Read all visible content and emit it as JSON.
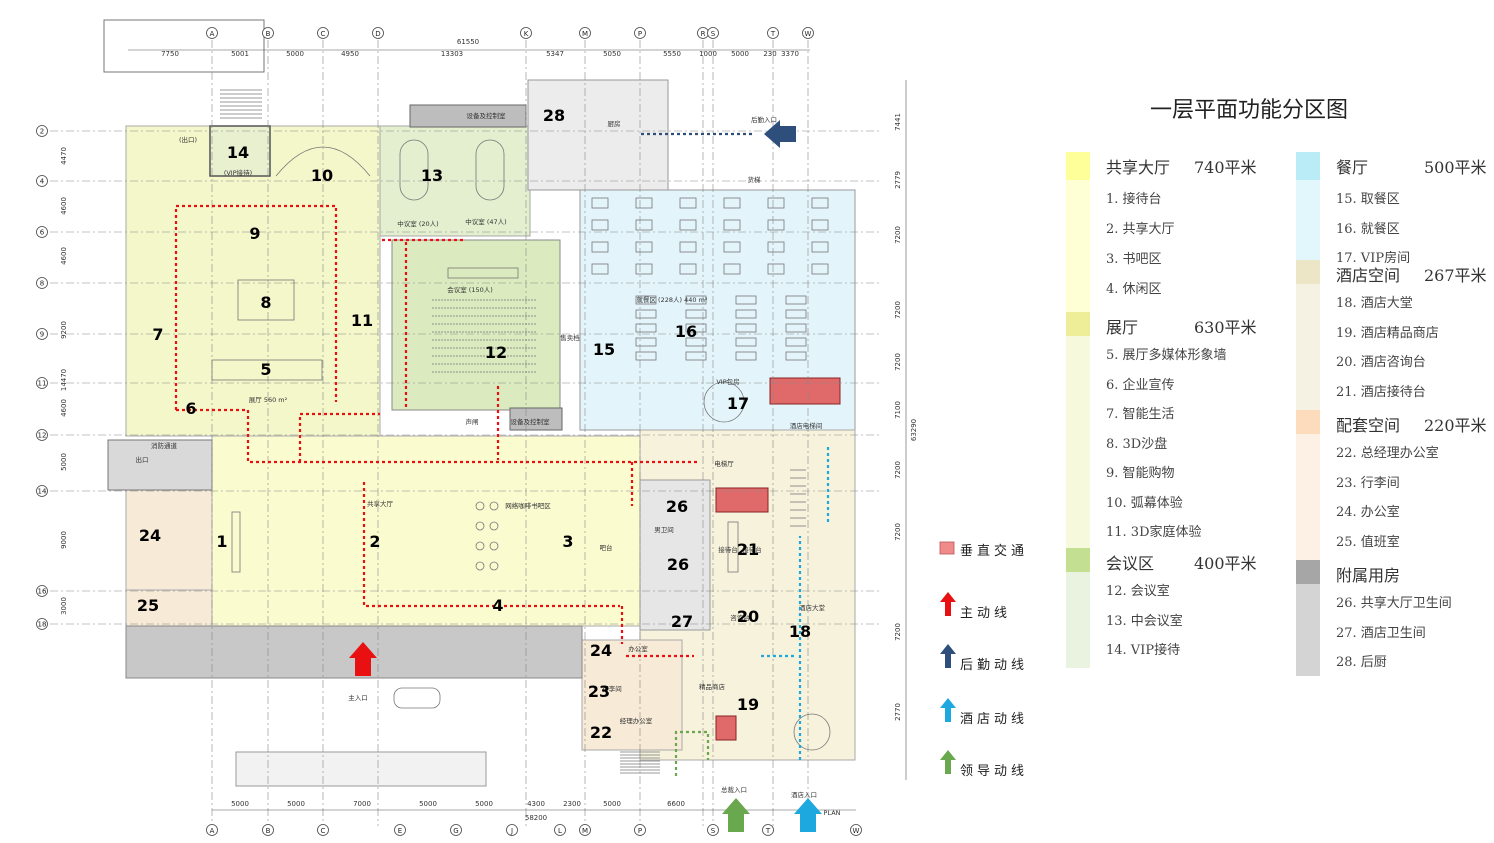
{
  "title": "一层平面功能分区图",
  "legend_left": [
    {
      "name": "共享大厅",
      "area": "740平米",
      "color": "#ffff99",
      "tint": "#ffffd6",
      "items": [
        "1. 接待台",
        "2. 共享大厅",
        "3. 书吧区",
        "4. 休闲区"
      ]
    },
    {
      "name": "展厅",
      "area": "630平米",
      "color": "#eeee99",
      "tint": "#f6f9dc",
      "items": [
        "5. 展厅多媒体形象墙",
        "6. 企业宣传",
        "7. 智能生活",
        "8. 3D沙盘",
        "9. 智能购物",
        "10. 弧幕体验",
        "11. 3D家庭体验"
      ]
    },
    {
      "name": "会议区",
      "area": "400平米",
      "color": "#c3df92",
      "tint": "#eaf3e0",
      "items": [
        "12. 会议室",
        "13. 中会议室",
        "14. VIP接待"
      ]
    }
  ],
  "legend_right": [
    {
      "name": "餐厅",
      "area": "500平米",
      "color": "#b9ecf7",
      "tint": "#e2f7fc",
      "items": [
        "15. 取餐区",
        "16. 就餐区",
        "17. VIP房间"
      ]
    },
    {
      "name": "酒店空间",
      "area": "267平米",
      "color": "#ede6c6",
      "tint": "#f5f2e3",
      "items": [
        "18. 酒店大堂",
        "19. 酒店精品商店",
        "20. 酒店咨询台",
        "21. 酒店接待台"
      ]
    },
    {
      "name": "配套空间",
      "area": "220平米",
      "color": "#fcdcbd",
      "tint": "#fdf1e6",
      "items": [
        "22. 总经理办公室",
        "23. 行李间",
        "24. 办公室",
        "25. 值班室"
      ]
    },
    {
      "name": "附属用房",
      "area": "",
      "color": "#a6a6a6",
      "tint": "#d4d4d4",
      "items": [
        "26. 共享大厅卫生间",
        "27. 酒店卫生间",
        "28. 后厨"
      ]
    }
  ],
  "key": [
    {
      "label": "垂直交通",
      "color": "#f08b8b",
      "kind": "square"
    },
    {
      "label": "主动线",
      "color": "#e81010",
      "kind": "arrow"
    },
    {
      "label": "后勤动线",
      "color": "#2e4f7c",
      "kind": "arrow"
    },
    {
      "label": "酒店动线",
      "color": "#1ea8e0",
      "kind": "arrow"
    },
    {
      "label": "领导动线",
      "color": "#6aa84f",
      "kind": "arrow"
    }
  ],
  "plan": {
    "grid_letters": [
      "A",
      "B",
      "C",
      "D",
      "K",
      "M",
      "P",
      "R",
      "S",
      "T",
      "W"
    ],
    "grid_letters_bottom": [
      "A",
      "B",
      "C",
      "E",
      "G",
      "J",
      "L",
      "M",
      "P",
      "S",
      "T",
      "W"
    ],
    "grid_numbers": [
      "2",
      "4",
      "6",
      "8",
      "9",
      "11",
      "12",
      "14",
      "16",
      "18"
    ],
    "top_dims": [
      "7750",
      "5001",
      "5000",
      "4950",
      "13303",
      "5347",
      "5050",
      "5550",
      "1000",
      "5000",
      "230",
      "3370"
    ],
    "top_total": "61550",
    "bottom_dims": [
      "5000",
      "5000",
      "7000",
      "5000",
      "5000",
      "4300",
      "2300",
      "5000",
      "6600"
    ],
    "bottom_total": "58200",
    "right_dims": [
      "7441",
      "2779",
      "7200",
      "7200",
      "7200",
      "7100",
      "7200",
      "7200",
      "7200",
      "2770"
    ],
    "right_total": "63290",
    "left_dims": [
      "4470",
      "4600",
      "4600",
      "9200",
      "14470",
      "4600",
      "5000",
      "9000",
      "3000"
    ],
    "zones": [
      "1",
      "2",
      "3",
      "4",
      "5",
      "6",
      "7",
      "8",
      "9",
      "10",
      "11",
      "12",
      "13",
      "14",
      "15",
      "16",
      "17",
      "18",
      "19",
      "20",
      "21",
      "22",
      "23",
      "24",
      "24",
      "25",
      "26",
      "26",
      "27",
      "28"
    ],
    "room_labels": [
      "(出口)",
      "(VIP接待)",
      "设备及控制室",
      "中议室 (20人)",
      "中议室 (47人)",
      "会议室 (150人)",
      "展厅 560 m²",
      "售卖档",
      "就餐区 (228人) 440 m²",
      "VIP包房",
      "酒店电梯间",
      "电梯厅",
      "共享大厅",
      "网络咖啡书吧区",
      "吧台",
      "接待台",
      "男卫间",
      "接待台",
      "酒店大堂",
      "咨询台",
      "办公室",
      "行李间",
      "经理办公室",
      "精品商店",
      "消防通道",
      "出口",
      "厨房",
      "后勤入口",
      "货梯",
      "设备及控制室",
      "声闸",
      "主入口",
      "总裁入口",
      "酒店入口",
      "PLAN"
    ]
  }
}
